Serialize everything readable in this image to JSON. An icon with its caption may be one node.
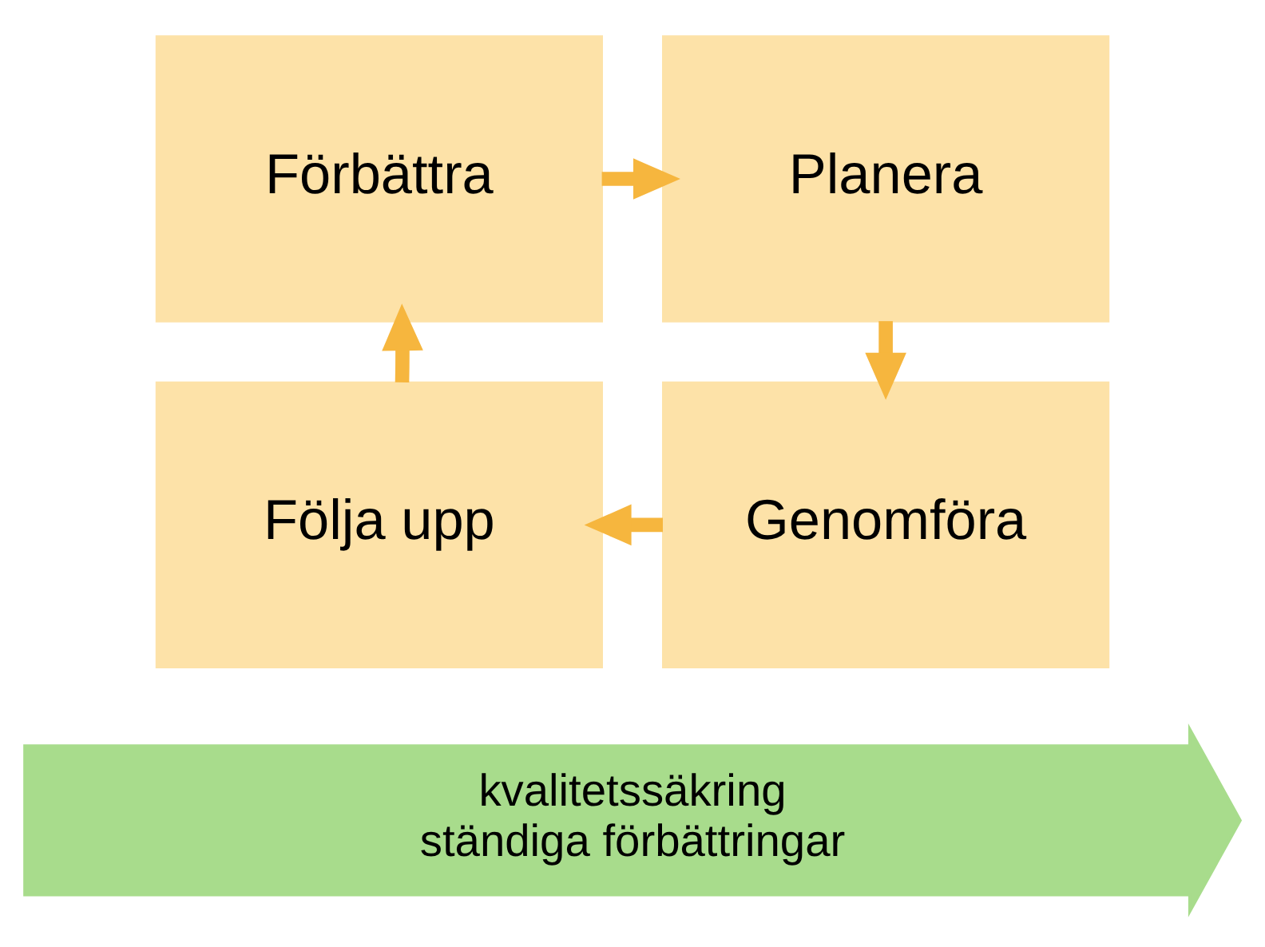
{
  "diagram": {
    "nodes": [
      {
        "text": [
          "Förbättra"
        ]
      },
      {
        "text": [
          "Planera"
        ]
      },
      {
        "text": [
          "Följa upp"
        ]
      },
      {
        "text": [
          "Genomföra"
        ]
      },
      {
        "text": [
          "kvalitetssäkring",
          "ständiga förbättringar"
        ]
      }
    ],
    "edges": [
      {
        "from": 0,
        "to": 1,
        "arrow": "to"
      },
      {
        "from": 1,
        "to": 3,
        "arrow": "to"
      },
      {
        "from": 3,
        "to": 2,
        "arrow": "to"
      },
      {
        "from": 2,
        "to": 0,
        "arrow": "to"
      }
    ]
  }
}
